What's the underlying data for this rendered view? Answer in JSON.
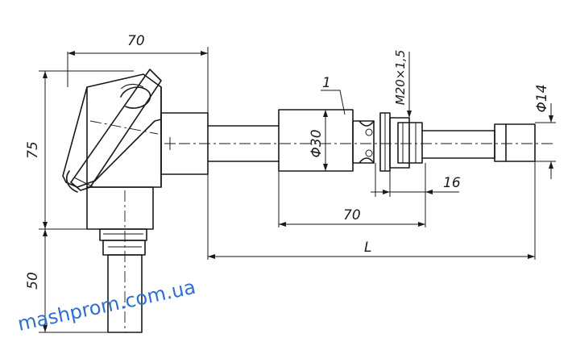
{
  "dimensions": {
    "head_width": "70",
    "head_height": "75",
    "fitting_length": "50",
    "sleeve_length": "70",
    "thread_length": "16",
    "total_length": "L",
    "sleeve_diameter": "Φ30",
    "thread": "M20×1,5",
    "tip_diameter": "Φ14"
  },
  "callout": "1",
  "watermark": "mashprom.com.ua"
}
